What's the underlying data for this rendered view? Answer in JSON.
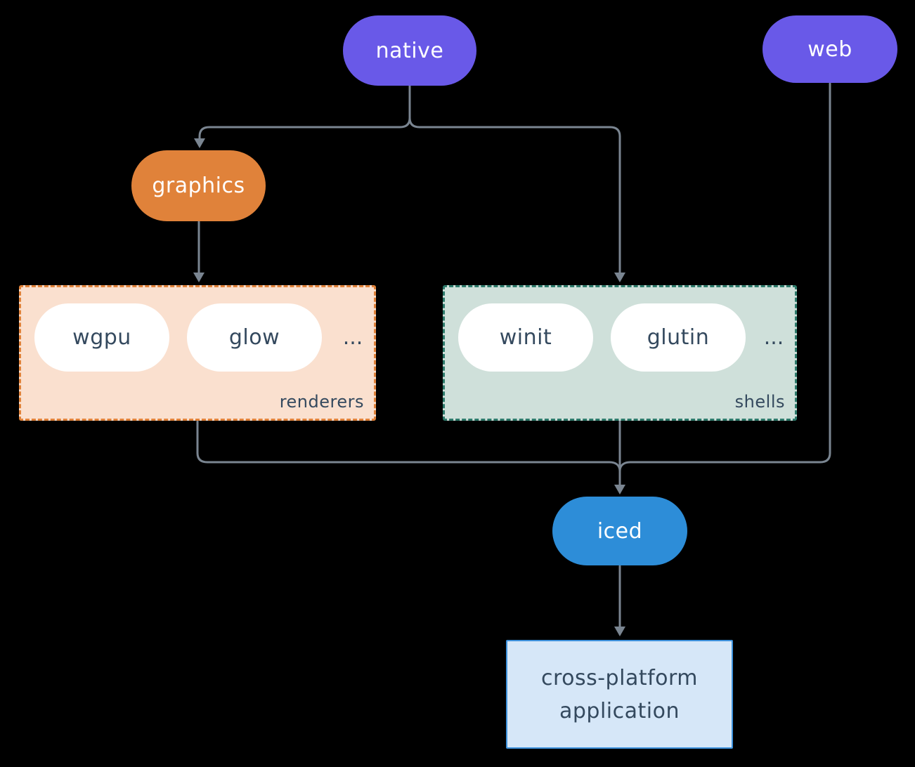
{
  "colors": {
    "background": "#000000",
    "purple": "#6959e8",
    "orange": "#e0823a",
    "blue": "#2d8dd8",
    "peach_fill": "#fae0cf",
    "sage_fill": "#cfe0da",
    "teal_border": "#2d7a6b",
    "app_fill": "#d6e7f8",
    "app_border": "#3d91dc",
    "line": "#7a8591",
    "dark_text": "#34495e",
    "white_text": "#ffffff"
  },
  "nodes": {
    "native": "native",
    "web": "web",
    "graphics": "graphics",
    "iced": "iced"
  },
  "groups": {
    "renderers": {
      "label": "renderers",
      "items": [
        "wgpu",
        "glow"
      ],
      "more": "..."
    },
    "shells": {
      "label": "shells",
      "items": [
        "winit",
        "glutin"
      ],
      "more": "..."
    }
  },
  "app": {
    "line1": "cross-platform",
    "line2": "application"
  }
}
